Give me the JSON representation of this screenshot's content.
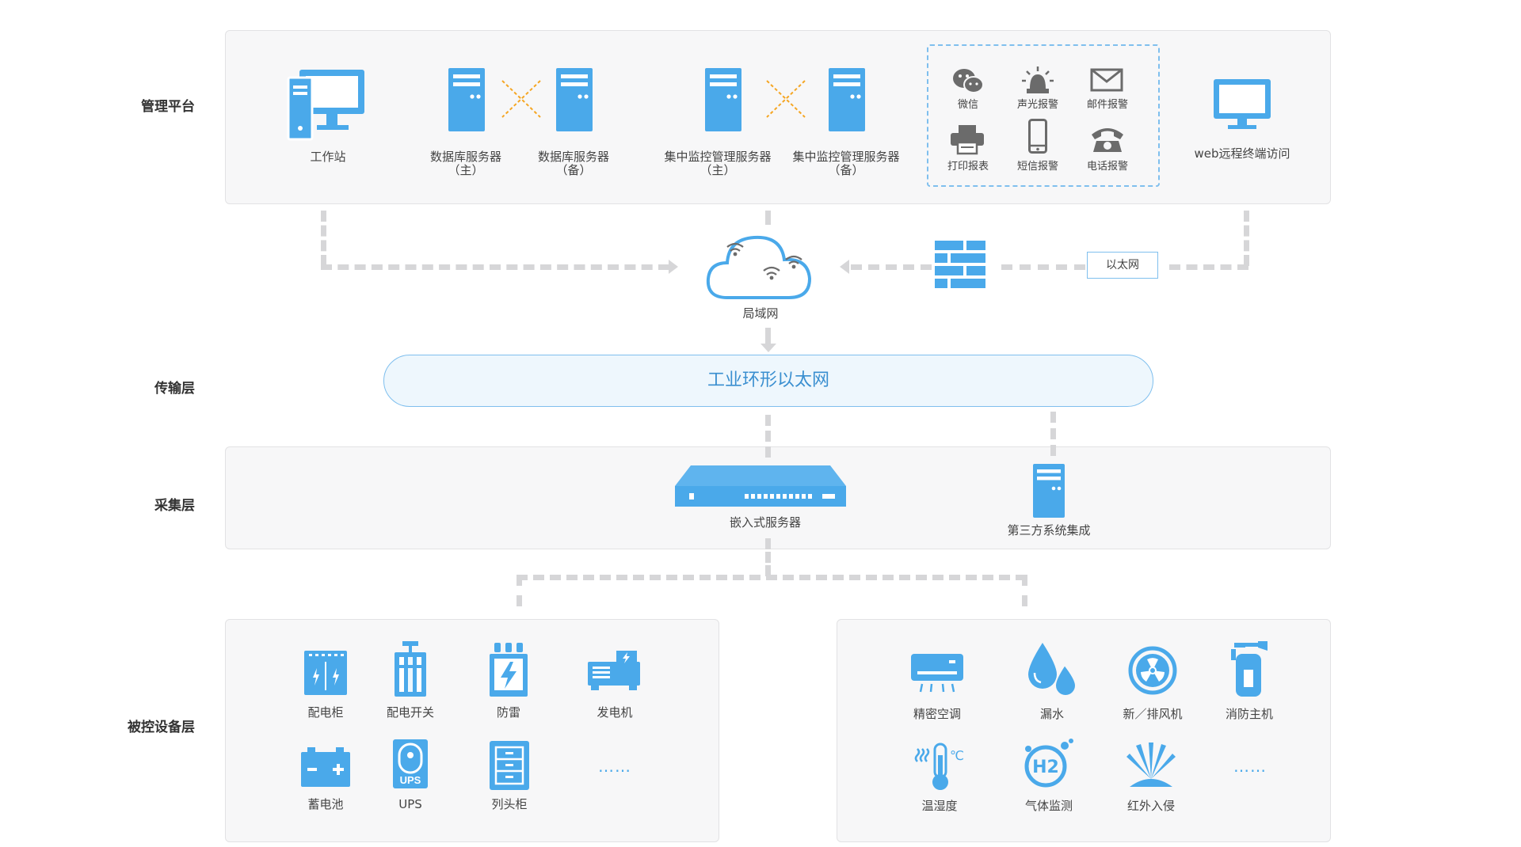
{
  "layers": {
    "management": "管理平台",
    "transport": "传输层",
    "collection": "采集层",
    "devices": "被控设备层"
  },
  "management": {
    "workstation": "工作站",
    "db_main": [
      "数据库服务器",
      "（主）"
    ],
    "db_backup": [
      "数据库服务器",
      "（备）"
    ],
    "cms_main": [
      "集中监控管理服务器",
      "（主）"
    ],
    "cms_backup": [
      "集中监控管理服务器",
      "（备）"
    ],
    "alerts": {
      "wechat": "微信",
      "sound_light": "声光报警",
      "email": "邮件报警",
      "print": "打印报表",
      "sms": "短信报警",
      "phone": "电话报警"
    },
    "web": "web远程终端访问"
  },
  "network": {
    "lan": "局域网",
    "ethernet": "以太网",
    "ring": "工业环形以太网"
  },
  "collection": {
    "embedded": "嵌入式服务器",
    "third_party": "第三方系统集成"
  },
  "devices": {
    "power": [
      {
        "label": "配电柜",
        "icon": "distribution-cabinet-icon"
      },
      {
        "label": "配电开关",
        "icon": "distribution-switch-icon"
      },
      {
        "label": "防雷",
        "icon": "lightning-protection-icon"
      },
      {
        "label": "发电机",
        "icon": "generator-icon"
      },
      {
        "label": "蓄电池",
        "icon": "battery-icon"
      },
      {
        "label": "UPS",
        "icon": "ups-icon"
      },
      {
        "label": "列头柜",
        "icon": "column-head-cabinet-icon"
      }
    ],
    "env": [
      {
        "label": "精密空调",
        "icon": "air-conditioner-icon"
      },
      {
        "label": "漏水",
        "icon": "water-leak-icon"
      },
      {
        "label": "新／排风机",
        "icon": "fan-icon"
      },
      {
        "label": "消防主机",
        "icon": "fire-host-icon"
      },
      {
        "label": "温湿度",
        "icon": "thermometer-icon"
      },
      {
        "label": "气体监测",
        "icon": "gas-h2-icon"
      },
      {
        "label": "红外入侵",
        "icon": "infrared-icon"
      }
    ],
    "ups_text": "UPS",
    "h2_text": "H2",
    "temp_unit": "℃",
    "more": "……"
  },
  "colors": {
    "icon": "#4aa9ea",
    "dash": "#d6d6d8",
    "panel": "#f7f7f8",
    "ring_border": "#7fbfee",
    "cross": "#f5a623"
  }
}
